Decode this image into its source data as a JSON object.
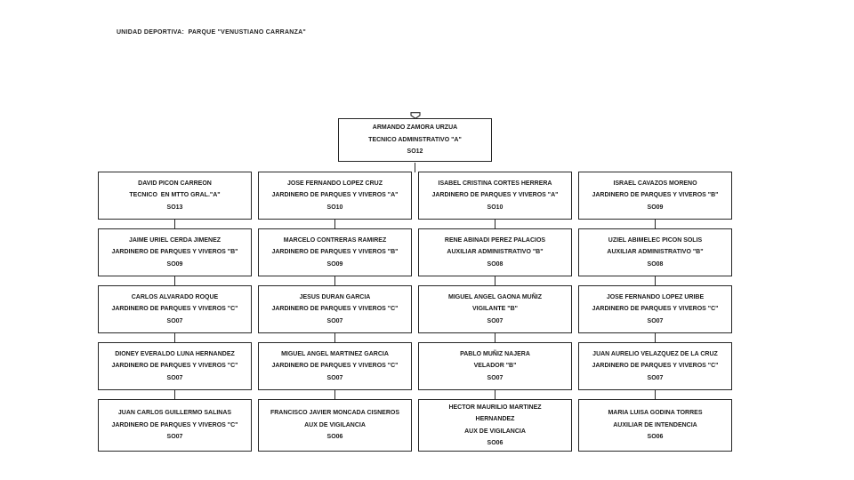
{
  "title": "UNIDAD DEPORTIVA:  PARQUE \"VENUSTIANO CARRANZA\"",
  "icons": {
    "top_marker": "banner-icon"
  },
  "root": {
    "name": "ARMANDO ZAMORA URZUA",
    "role": "TECNICO ADMINSTRATIVO \"A\"",
    "code": "SO12"
  },
  "boxes": [
    {
      "name": "DAVID PICON CARREON",
      "role": "TECNICO  EN MTTO GRAL.\"A\"",
      "code": "SO13"
    },
    {
      "name": "JOSE FERNANDO LOPEZ CRUZ",
      "role": "JARDINERO DE PARQUES Y VIVEROS \"A\"",
      "code": "SO10"
    },
    {
      "name": "ISABEL CRISTINA CORTES HERRERA",
      "role": "JARDINERO DE PARQUES Y VIVEROS \"A\"",
      "code": "SO10"
    },
    {
      "name": "ISRAEL CAVAZOS MORENO",
      "role": "JARDINERO DE PARQUES Y VIVEROS \"B\"",
      "code": "SO09"
    },
    {
      "name": "JAIME URIEL CERDA JIMENEZ",
      "role": "JARDINERO DE PARQUES Y VIVEROS \"B\"",
      "code": "SO09"
    },
    {
      "name": "MARCELO CONTRERAS RAMIREZ",
      "role": "JARDINERO DE PARQUES Y VIVEROS \"B\"",
      "code": "SO09"
    },
    {
      "name": "RENE ABINADI PEREZ PALACIOS",
      "role": "AUXILIAR ADMINISTRATIVO \"B\"",
      "code": "SO08"
    },
    {
      "name": "UZIEL ABIMELEC PICON SOLIS",
      "role": "AUXILIAR ADMINISTRATIVO \"B\"",
      "code": "SO08"
    },
    {
      "name": "CARLOS ALVARADO ROQUE",
      "role": "JARDINERO DE PARQUES Y VIVEROS \"C\"",
      "code": "SO07"
    },
    {
      "name": "JESUS DURAN GARCIA",
      "role": "JARDINERO DE PARQUES Y VIVEROS \"C\"",
      "code": "SO07"
    },
    {
      "name": "MIGUEL ANGEL GAONA MUÑIZ",
      "role": "VIGILANTE \"B\"",
      "code": "SO07"
    },
    {
      "name": "JOSE FERNANDO LOPEZ URIBE",
      "role": "JARDINERO DE PARQUES Y VIVEROS \"C\"",
      "code": "SO07"
    },
    {
      "name": "DIONEY EVERALDO LUNA HERNANDEZ",
      "role": "JARDINERO DE PARQUES Y VIVEROS \"C\"",
      "code": "SO07"
    },
    {
      "name": "MIGUEL ANGEL MARTINEZ GARCIA",
      "role": "JARDINERO DE PARQUES Y VIVEROS \"C\"",
      "code": "SO07"
    },
    {
      "name": "PABLO MUÑIZ NAJERA",
      "role": "VELADOR \"B\"",
      "code": "SO07"
    },
    {
      "name": "JUAN AURELIO VELAZQUEZ DE LA CRUZ",
      "role": "JARDINERO DE PARQUES Y VIVEROS \"C\"",
      "code": "SO07"
    },
    {
      "name": "JUAN CARLOS GUILLERMO SALINAS",
      "role": "JARDINERO DE PARQUES Y VIVEROS \"C\"",
      "code": "SO07"
    },
    {
      "name": "FRANCISCO JAVIER MONCADA CISNEROS",
      "role": "AUX DE VIGILANCIA",
      "code": "SO06"
    },
    {
      "name": "HECTOR MAURILIO MARTINEZ\nHERNANDEZ",
      "role": "AUX DE VIGILANCIA",
      "code": "SO06"
    },
    {
      "name": "MARIA LUISA GODINA TORRES",
      "role": "AUXILIAR DE INTENDENCIA",
      "code": "SO06"
    }
  ]
}
